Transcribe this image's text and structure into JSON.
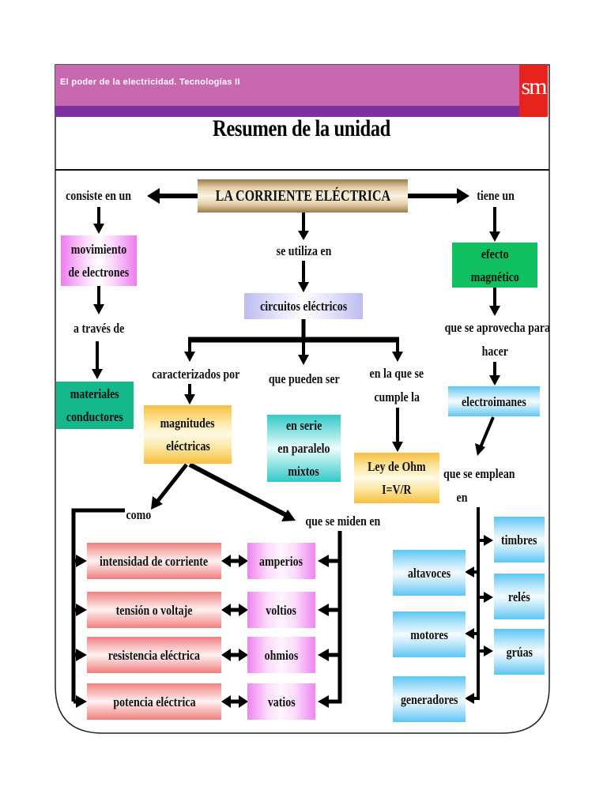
{
  "header": {
    "title": "El poder de la electricidad. Tecnologías II",
    "logo": "sm"
  },
  "page_title": "Resumen de la unidad",
  "concept_map": {
    "root": "LA CORRIENTE ELÉCTRICA",
    "left": {
      "link1": "consiste en un",
      "node1": [
        "movimiento",
        "de electrones"
      ],
      "link2": "a través de",
      "node2": [
        "materiales",
        "conductores"
      ]
    },
    "right": {
      "link1": "tiene un",
      "node1": [
        "efecto",
        "magnético"
      ],
      "link2": [
        "que se aprovecha para",
        "hacer"
      ],
      "node2": "electroimanes",
      "link3": [
        "que se emplean",
        "en"
      ],
      "uses_left": [
        "altavoces",
        "motores",
        "generadores"
      ],
      "uses_right": [
        "timbres",
        "relés",
        "grúas"
      ]
    },
    "center": {
      "link1": "se utiliza en",
      "node1": "circuitos eléctricos",
      "branch_a": {
        "link": "caracterizados por",
        "node": [
          "magnitudes",
          "eléctricas"
        ],
        "link_como": "como",
        "link_miden": "que se miden en",
        "magnitudes": [
          "intensidad de corriente",
          "tensión o voltaje",
          "resistencia eléctrica",
          "potencia eléctrica"
        ],
        "unidades": [
          "amperios",
          "voltios",
          "ohmios",
          "vatios"
        ]
      },
      "branch_b": {
        "link": "que pueden ser",
        "node": [
          "en serie",
          "en paralelo",
          "mixtos"
        ]
      },
      "branch_c": {
        "link": [
          "en la que se",
          "cumple la"
        ],
        "node": [
          "Ley de Ohm",
          "I=V/R"
        ]
      }
    }
  },
  "colors": {
    "header_magenta": "#c768b1",
    "header_purple": "#7e2fa0",
    "logo_red": "#e8231e",
    "root_gold": "#c9a56f",
    "pink": "#ee7bee",
    "green": "#10c060",
    "teal": "#14b88a",
    "lavender": "#bcbcf0",
    "yellow": "#f6c040",
    "cyan": "#32c8c8",
    "blue": "#5cc6f2",
    "red": "#f07f7f"
  }
}
